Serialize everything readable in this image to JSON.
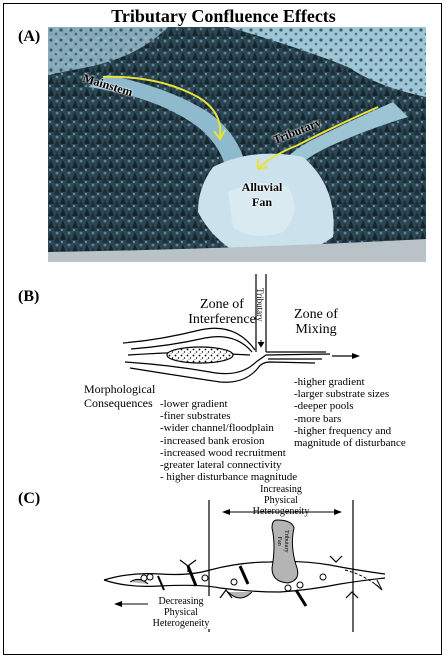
{
  "title": "Tributary Confluence Effects",
  "panels": {
    "a": {
      "label": "(A)",
      "mainstem": "Mainstem",
      "tributary": "Tributary",
      "fan_line1": "Alluvial",
      "fan_line2": "Fan"
    },
    "b": {
      "label": "(B)",
      "zone_interference_1": "Zone of",
      "zone_interference_2": "Interference",
      "zone_mixing_1": "Zone of",
      "zone_mixing_2": "Mixing",
      "tributary": "Tributary",
      "morph_1": "Morphological",
      "morph_2": "Consequences",
      "left_list": [
        "-lower gradient",
        "-finer substrates",
        "-wider channel/floodplain",
        "-increased bank erosion",
        "-increased wood recruitment",
        "-greater lateral connectivity",
        "- higher disturbance magnitude"
      ],
      "right_list": [
        "-higher gradient",
        "-larger substrate sizes",
        "-deeper pools",
        "-more bars",
        "-higher frequency and",
        "magnitude of disturbance"
      ]
    },
    "c": {
      "label": "(C)",
      "increasing": [
        "Increasing",
        "Physical",
        "Heterogeneity"
      ],
      "decreasing": [
        "Decreasing",
        "Physical",
        "Heterogeneity"
      ],
      "fan_text": [
        "Tributary",
        "Fan"
      ]
    }
  },
  "colors": {
    "photo_sky": "#9fc4d6",
    "photo_forest": "#243a44",
    "photo_snow": "#c9e3ee",
    "arrow_yellow": "#e8e23a",
    "fan_gray": "#b4b4b4"
  }
}
